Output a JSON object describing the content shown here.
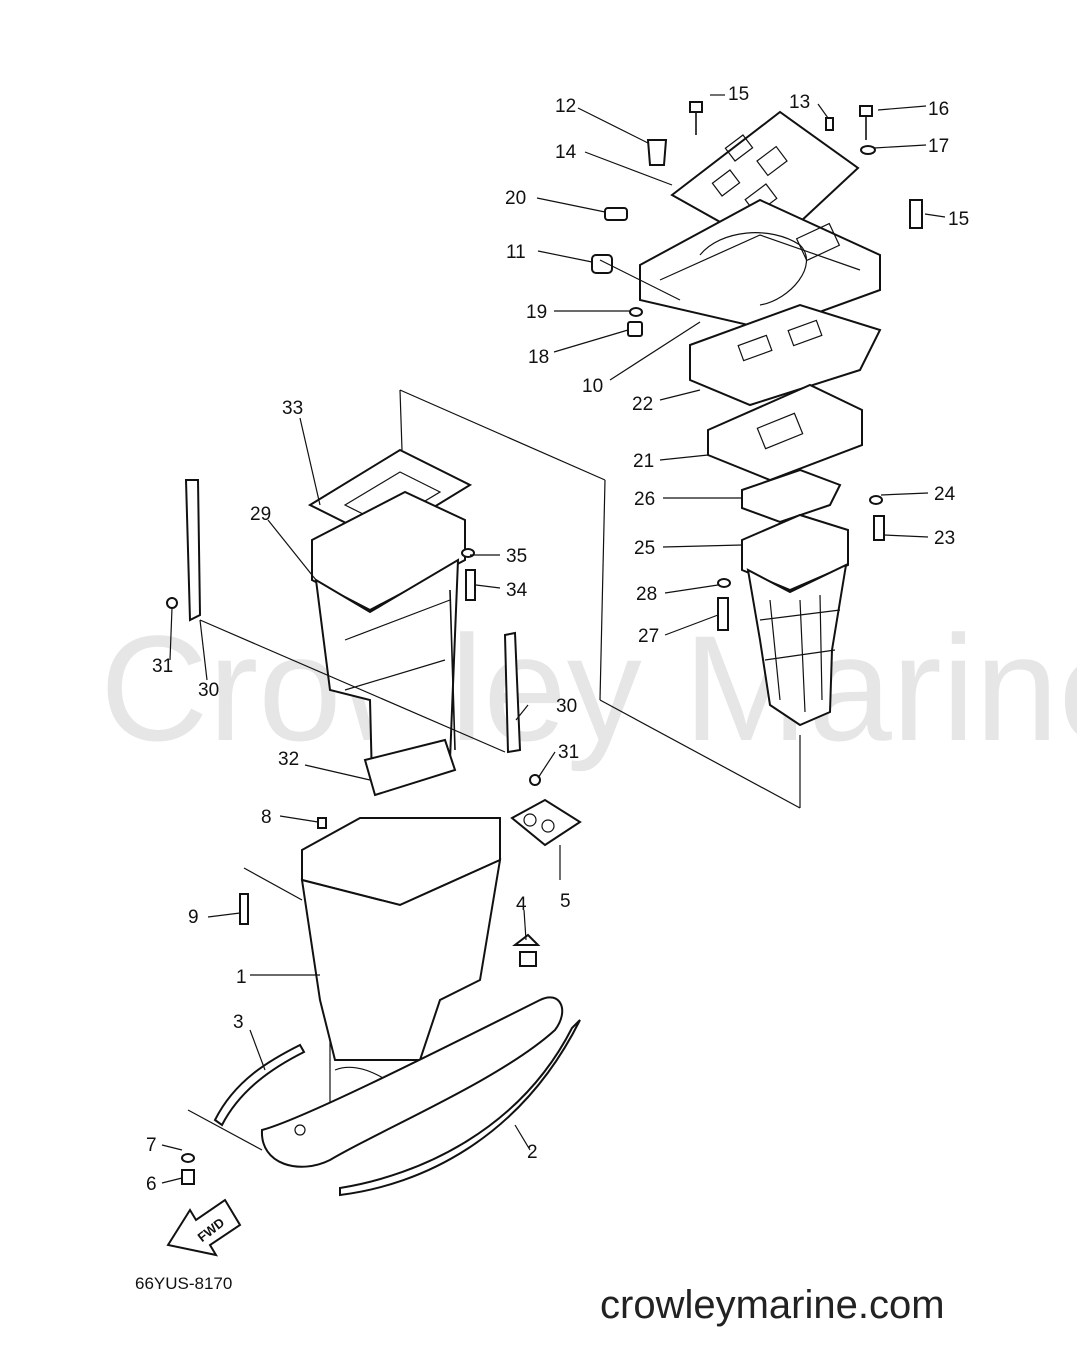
{
  "watermark": "Crowley Marine",
  "diagram_code": "66YUS-8170",
  "site_url": "crowleymarine.com",
  "fwd_label": "FWD",
  "callouts": {
    "c1": "1",
    "c2": "2",
    "c3": "3",
    "c4": "4",
    "c5": "5",
    "c6": "6",
    "c7": "7",
    "c8": "8",
    "c9": "9",
    "c10": "10",
    "c11": "11",
    "c12": "12",
    "c13": "13",
    "c14": "14",
    "c15a": "15",
    "c15b": "15",
    "c16": "16",
    "c17": "17",
    "c18": "18",
    "c19": "19",
    "c20": "20",
    "c21": "21",
    "c22": "22",
    "c23": "23",
    "c24": "24",
    "c25": "25",
    "c26": "26",
    "c27": "27",
    "c28": "28",
    "c29": "29",
    "c30a": "30",
    "c30b": "30",
    "c31a": "31",
    "c31b": "31",
    "c32": "32",
    "c33": "33",
    "c34": "34",
    "c35": "35"
  }
}
